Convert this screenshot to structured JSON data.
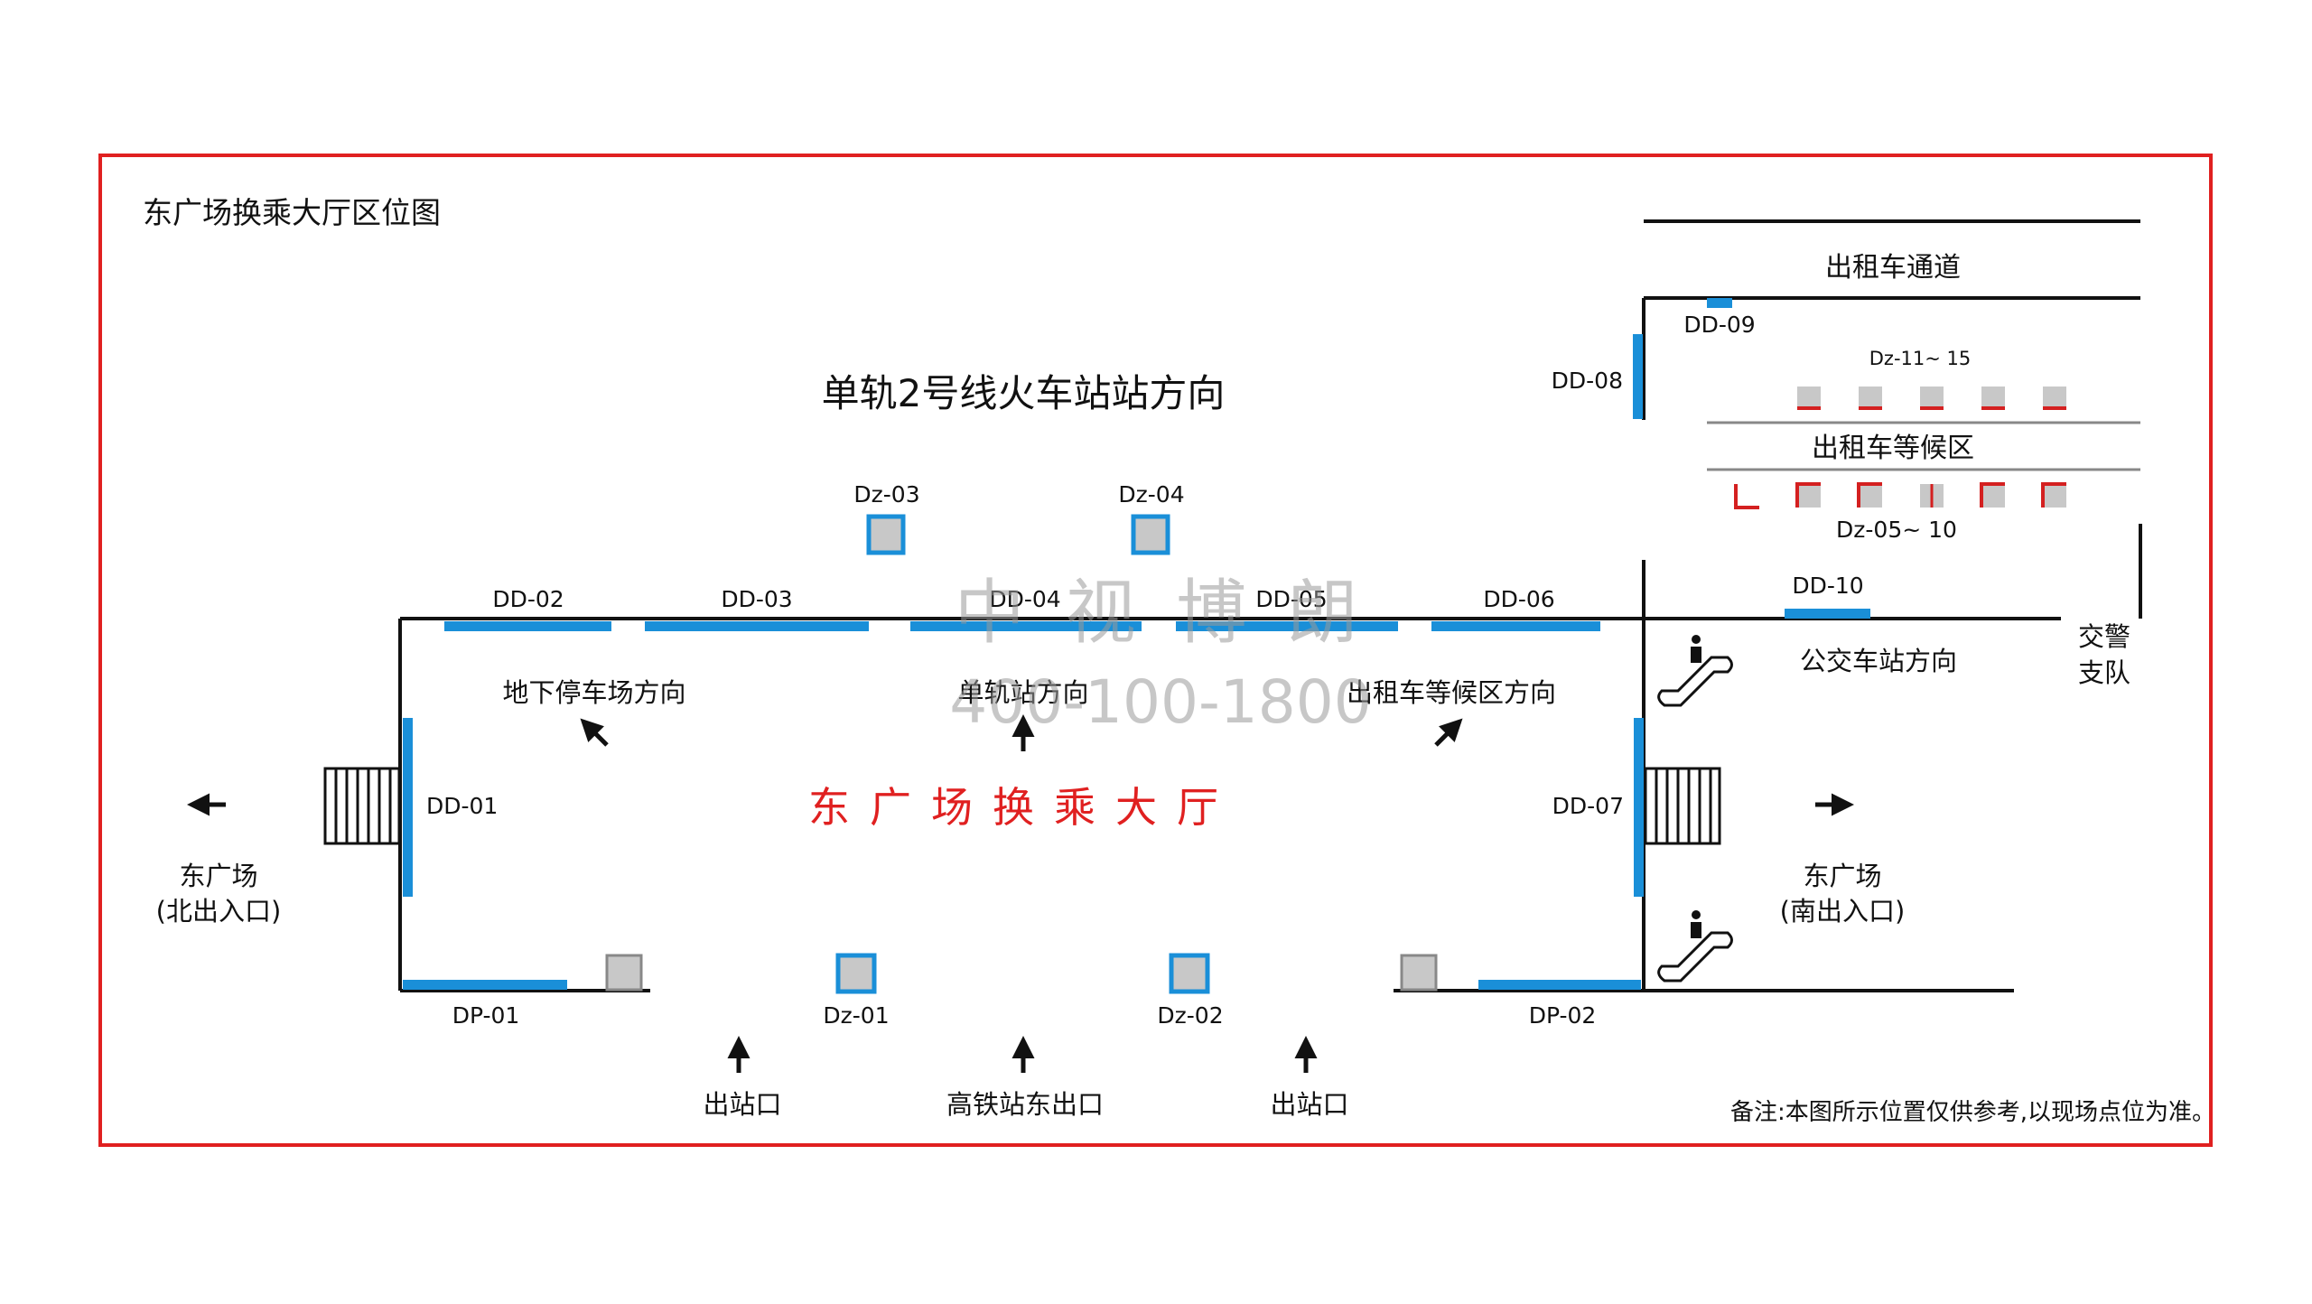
{
  "title": "东广场换乘大厅区位图",
  "hall_name": "东广场换乘大厅",
  "directions": {
    "monorail": "单轨2号线火车站站方向",
    "taxi_lane": "出租车通道",
    "taxi_wait_zone": "出租车等候区",
    "parking_direction": "地下停车场方向",
    "station_direction": "单轨站方向",
    "taxi_wait_direction": "出租车等候区方向",
    "bus_direction": "公交车站方向",
    "police": [
      "交警",
      "支队"
    ]
  },
  "plaza_north": {
    "line1": "东广场",
    "line2": "(北出入口)"
  },
  "plaza_south": {
    "line1": "东广场",
    "line2": "(南出入口)"
  },
  "exits": {
    "left": "出站口",
    "center": "高铁站东出口",
    "right": "出站口"
  },
  "ad_spots": {
    "dd01": "DD-01",
    "dd02": "DD-02",
    "dd03": "DD-03",
    "dd04": "DD-04",
    "dd05": "DD-05",
    "dd06": "DD-06",
    "dd07": "DD-07",
    "dd08": "DD-08",
    "dd09": "DD-09",
    "dd10": "DD-10",
    "dp01": "DP-01",
    "dp02": "DP-02",
    "dz01": "Dz-01",
    "dz02": "Dz-02",
    "dz03": "Dz-03",
    "dz04": "Dz-04",
    "dz05_10": "Dz-05~ 10",
    "dz11_15": "Dz-11~ 15"
  },
  "watermark": {
    "name": "中 视 博 朗",
    "phone": "400-100-1800"
  },
  "note": "备注:本图所示位置仅供参考,以现场点位为准。",
  "colors": {
    "frame": "#e02020",
    "ad_blue": "#1a8fd8",
    "hall_title": "#e02020",
    "taxi_red": "#d42020",
    "gray_box": "#c8c8c8"
  }
}
